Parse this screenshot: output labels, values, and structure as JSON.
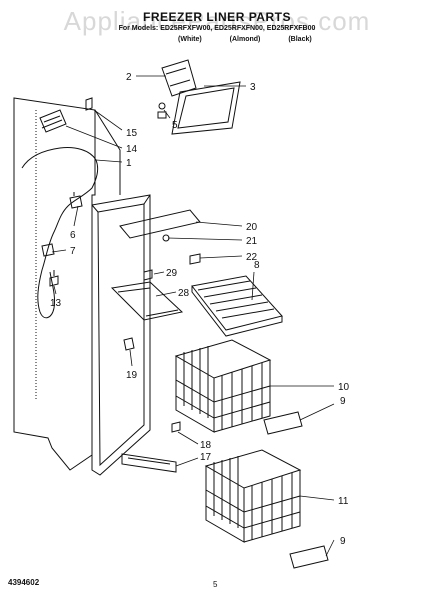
{
  "header": {
    "watermark": "AppliancePartsPros.com",
    "title": "FREEZER LINER PARTS",
    "models": "For Models: ED25RFXFW00, ED25RFXFN00, ED25RFXFB00",
    "colors": [
      "(White)",
      "(Almond)",
      "(Black)"
    ]
  },
  "callouts": [
    "1",
    "2",
    "3",
    "5",
    "6",
    "7",
    "8",
    "9",
    "9",
    "10",
    "11",
    "13",
    "14",
    "15",
    "17",
    "18",
    "19",
    "20",
    "21",
    "22",
    "28",
    "29"
  ],
  "footer": {
    "doc_number": "4394602",
    "page": "5"
  }
}
